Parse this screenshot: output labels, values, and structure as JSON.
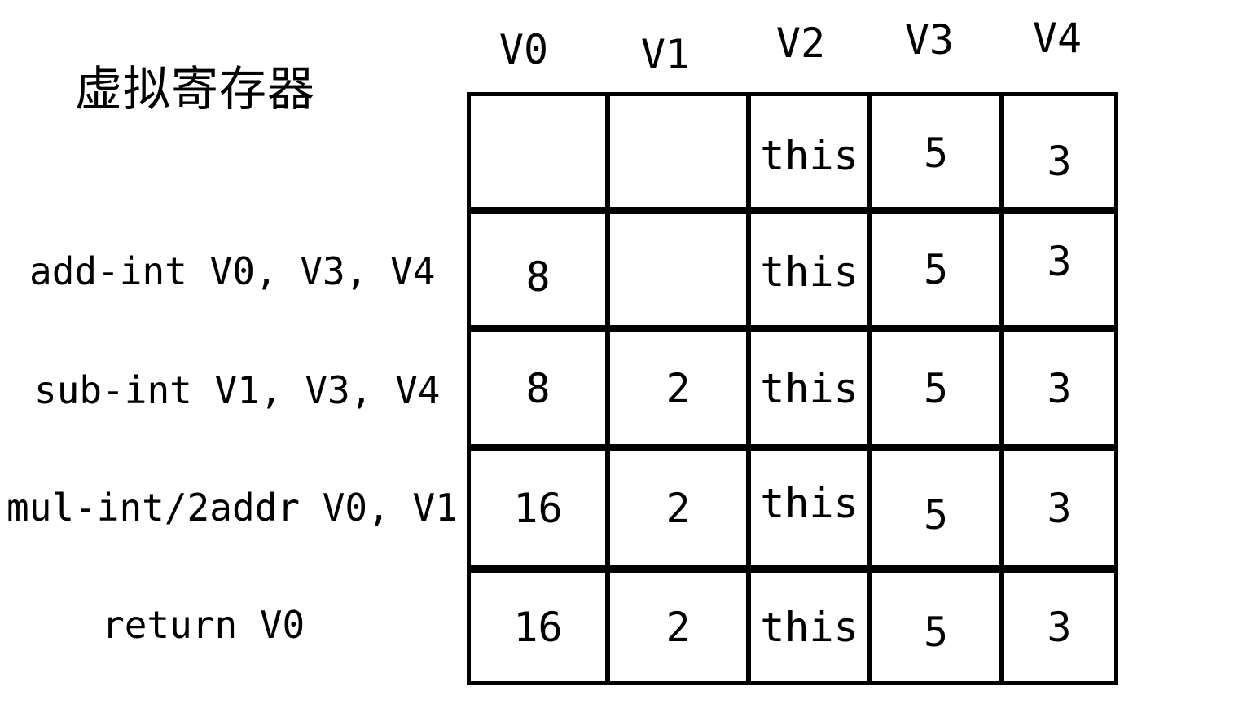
{
  "title": "虚拟寄存器",
  "table": {
    "columns": [
      "V0",
      "V1",
      "V2",
      "V3",
      "V4"
    ],
    "rows": [
      {
        "label": "",
        "cells": [
          "",
          "",
          "this",
          "5",
          "3"
        ]
      },
      {
        "label": "add-int V0, V3, V4",
        "cells": [
          "8",
          "",
          "this",
          "5",
          "3"
        ]
      },
      {
        "label": "sub-int V1, V3, V4",
        "cells": [
          "8",
          "2",
          "this",
          "5",
          "3"
        ]
      },
      {
        "label": "mul-int/2addr V0, V1",
        "cells": [
          "16",
          "2",
          "this",
          "5",
          "3"
        ]
      },
      {
        "label": "return V0",
        "cells": [
          "16",
          "2",
          "this",
          "5",
          "3"
        ]
      }
    ]
  },
  "colors": {
    "ink": "#000000",
    "background": "#ffffff"
  }
}
